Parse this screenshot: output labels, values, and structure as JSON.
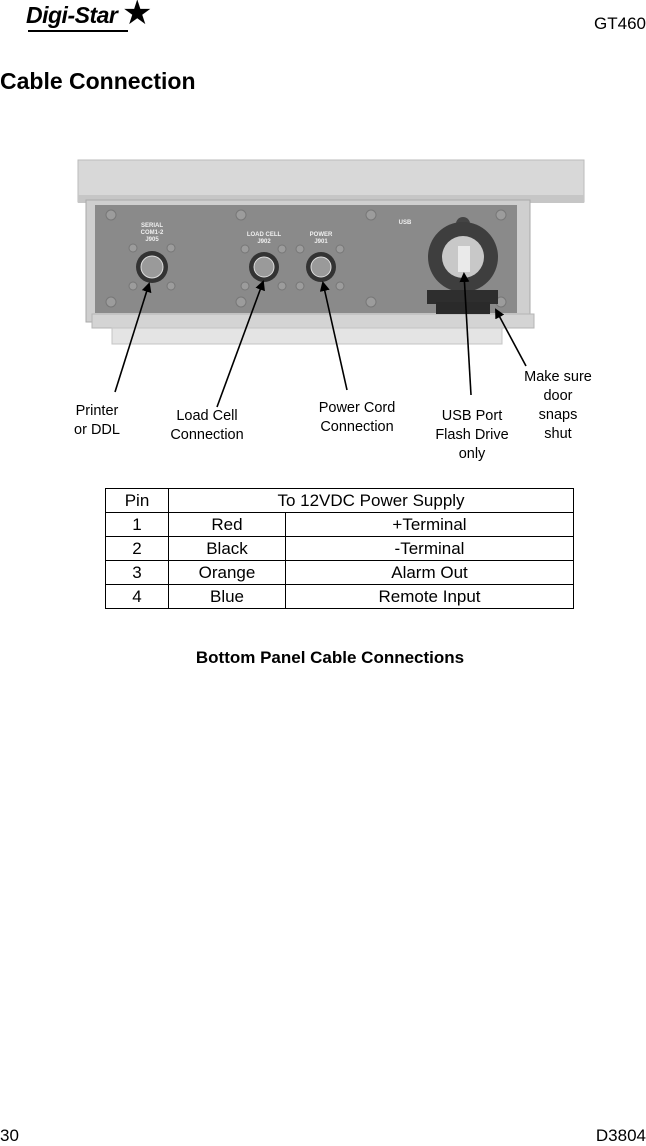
{
  "header": {
    "brand": "Digi-Star",
    "model": "GT460"
  },
  "page_title": "Cable Connection",
  "diagram": {
    "panel_labels": {
      "serial": "SERIAL",
      "com": "COM1-2",
      "j905": "J905",
      "load_cell": "LOAD CELL",
      "j902": "J902",
      "power": "POWER",
      "j901": "J901",
      "usb": "USB"
    },
    "callouts": {
      "printer": "Printer\nor DDL",
      "load_cell": "Load Cell\nConnection",
      "power_cord": "Power Cord\nConnection",
      "usb_port": "USB Port\nFlash Drive\nonly",
      "door": "Make sure\ndoor\nsnaps\nshut"
    }
  },
  "pin_table": {
    "header": [
      "Pin",
      "To 12VDC Power Supply"
    ],
    "rows": [
      [
        "1",
        "Red",
        "+Terminal"
      ],
      [
        "2",
        "Black",
        "-Terminal"
      ],
      [
        "3",
        "Orange",
        "Alarm Out"
      ],
      [
        "4",
        "Blue",
        "Remote Input"
      ]
    ]
  },
  "caption": "Bottom Panel Cable Connections",
  "footer": {
    "page_number": "30",
    "doc_code": "D3804"
  }
}
